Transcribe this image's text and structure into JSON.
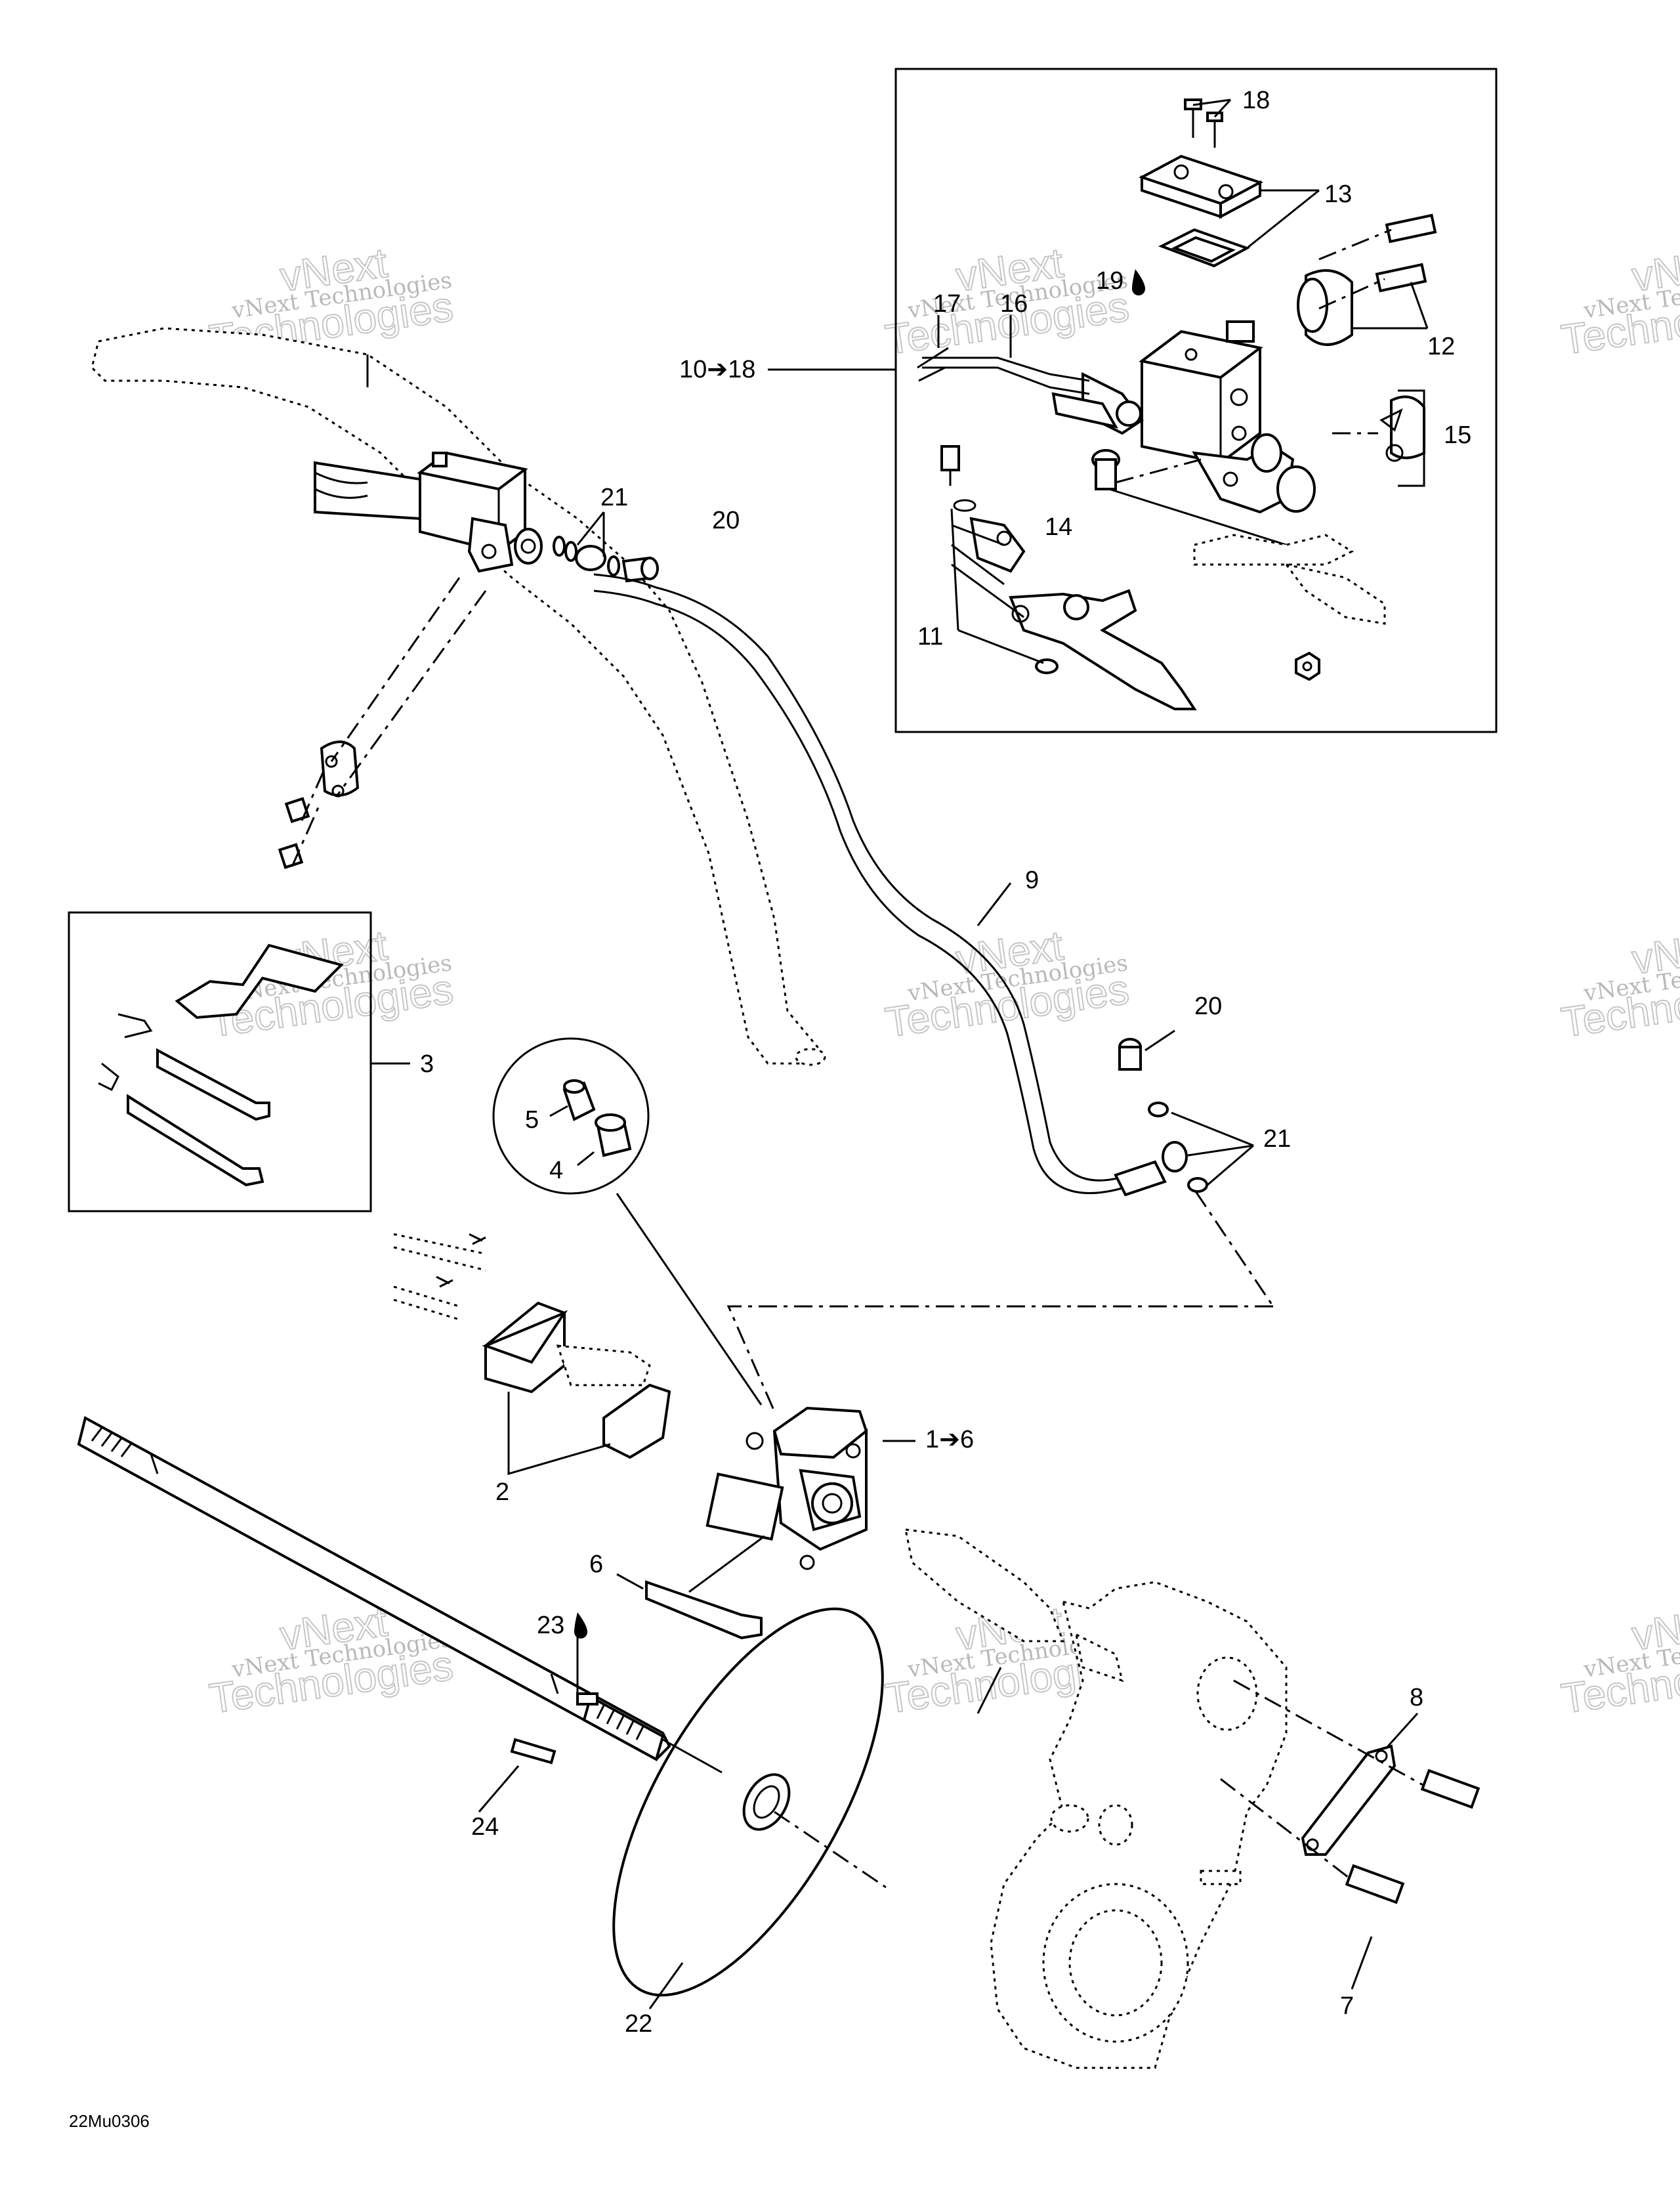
{
  "diagram": {
    "reference": "22Mu0306",
    "watermark": {
      "small": "vNext Technologies",
      "big": "Technologies",
      "top": "vNext"
    },
    "callouts": [
      {
        "id": "c1",
        "text": "1➔6"
      },
      {
        "id": "c2",
        "text": "2"
      },
      {
        "id": "c3",
        "text": "3"
      },
      {
        "id": "c4",
        "text": "4"
      },
      {
        "id": "c5",
        "text": "5"
      },
      {
        "id": "c6",
        "text": "6"
      },
      {
        "id": "c7",
        "text": "7"
      },
      {
        "id": "c8",
        "text": "8"
      },
      {
        "id": "c9",
        "text": "9"
      },
      {
        "id": "c10",
        "text": "10➔18"
      },
      {
        "id": "c11",
        "text": "11"
      },
      {
        "id": "c12",
        "text": "12"
      },
      {
        "id": "c13",
        "text": "13"
      },
      {
        "id": "c14",
        "text": "14"
      },
      {
        "id": "c15",
        "text": "15"
      },
      {
        "id": "c16",
        "text": "16"
      },
      {
        "id": "c17",
        "text": "17"
      },
      {
        "id": "c18",
        "text": "18"
      },
      {
        "id": "c19",
        "text": "19"
      },
      {
        "id": "c20a",
        "text": "20"
      },
      {
        "id": "c20b",
        "text": "20"
      },
      {
        "id": "c21a",
        "text": "21"
      },
      {
        "id": "c21b",
        "text": "21"
      },
      {
        "id": "c22",
        "text": "22"
      },
      {
        "id": "c23",
        "text": "23"
      },
      {
        "id": "c24",
        "text": "24"
      }
    ]
  }
}
